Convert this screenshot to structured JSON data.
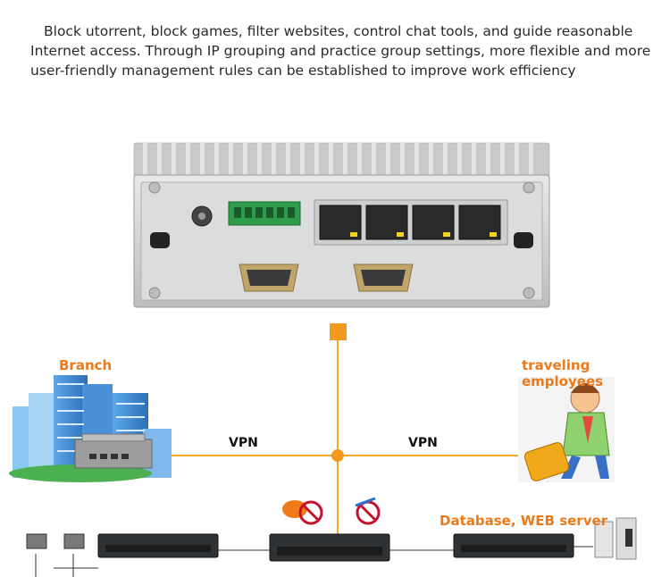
{
  "intro_text": "Block utorrent, block games, filter websites, control chat tools, and guide reasonable Internet access. Through IP grouping and practice group settings, more flexible and more user-friendly management rules can be established to improve work efficiency",
  "labels": {
    "branch": "Branch",
    "traveling": "traveling employees",
    "vpn_left": "VPN",
    "vpn_right": "VPN",
    "database": "Database, WEB server"
  },
  "colors": {
    "accent": "#f39a1e",
    "label_orange": "#ea7a1a",
    "line": "#f5a623"
  },
  "icons": [
    "firewall-appliance-icon",
    "building-icon",
    "traveler-icon",
    "no-fire-icon",
    "no-chat-icon",
    "network-switch-icon",
    "monitor-icon",
    "server-icon"
  ]
}
